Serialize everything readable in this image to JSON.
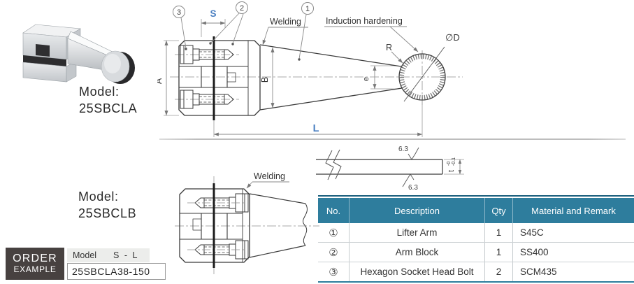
{
  "models": {
    "a": {
      "label": "Model:",
      "name": "25SBCLA"
    },
    "b": {
      "label": "Model:",
      "name": "25SBCLB"
    }
  },
  "drawing_top": {
    "callouts": {
      "c1": "1",
      "c2": "2",
      "c3": "3"
    },
    "labels": {
      "welding": "Welding",
      "induction_hardening": "Induction hardening",
      "dim_s": "S",
      "dim_a": "A",
      "dim_b": "B",
      "dim_l": "L",
      "dim_e": "e",
      "dim_r": "R",
      "dim_d": "∅D"
    }
  },
  "drawing_bottom": {
    "welding": "Welding"
  },
  "section_detail": {
    "finish_top": "6.3",
    "finish_bottom": "6.3",
    "dim_t": "t",
    "tol_upper": "-0",
    "tol_lower": "-0.1"
  },
  "order_example": {
    "title_line1": "ORDER",
    "title_line2": "EXAMPLE",
    "format_model": "Model",
    "format_dims": "S - L",
    "code": "25SBCLA38-150"
  },
  "table": {
    "headers": [
      "No.",
      "Description",
      "Qty",
      "Material and Remark"
    ],
    "rows": [
      {
        "no": "①",
        "description": "Lifter Arm",
        "qty": "1",
        "material": "S45C"
      },
      {
        "no": "②",
        "description": "Arm Block",
        "qty": "1",
        "material": "SS400"
      },
      {
        "no": "③",
        "description": "Hexagon Socket Head Bolt",
        "qty": "2",
        "material": "SCM435"
      }
    ]
  },
  "colors": {
    "dim_blue": "#4a7fc1",
    "table_header_bg": "#2e7d9d",
    "table_accent": "#1b5f7d",
    "order_box_bg": "#474140",
    "line_dark": "#3a3a3a",
    "line_gray": "#8a8a8a"
  }
}
